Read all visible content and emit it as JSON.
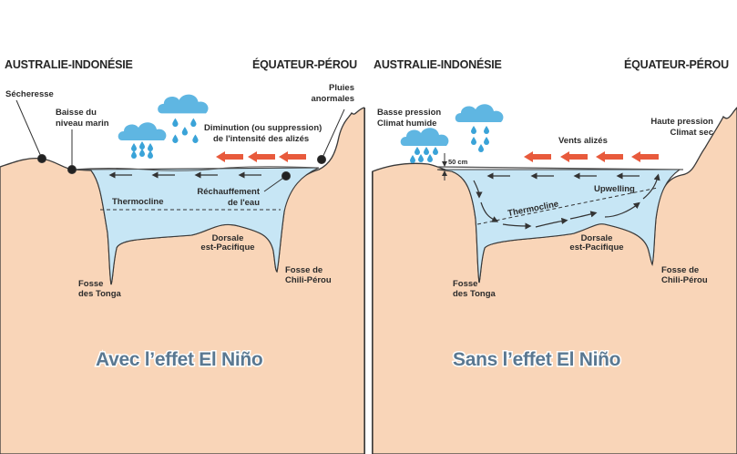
{
  "colors": {
    "land": "#f9d5b8",
    "land_outline": "#3a3a3a",
    "water": "#c7e6f5",
    "cloud": "#5fb6e2",
    "rain": "#3aa3d8",
    "wind_arrow": "#e85a3c",
    "title": "#5a7891",
    "text": "#2b2b2b"
  },
  "left_panel": {
    "header_west": "AUSTRALIE-INDONÉSIE",
    "header_east": "ÉQUATEUR-PÉROU",
    "labels": {
      "drought": "Sécheresse",
      "sea_level_1": "Baisse du",
      "sea_level_2": "niveau marin",
      "winds_1": "Diminution (ou suppression)",
      "winds_2": "de l'intensité des alizés",
      "rain_1": "Pluies",
      "rain_2": "anormales",
      "warming_1": "Réchauffement",
      "warming_2": "de l'eau",
      "thermocline": "Thermocline",
      "ridge_1": "Dorsale",
      "ridge_2": "est-Pacifique",
      "tonga_1": "Fosse",
      "tonga_2": "des Tonga",
      "chile_1": "Fosse de",
      "chile_2": "Chili-Pérou"
    },
    "title": "Avec l’effet El Niño"
  },
  "right_panel": {
    "header_west": "AUSTRALIE-INDONÉSIE",
    "header_east": "ÉQUATEUR-PÉROU",
    "labels": {
      "low_1": "Basse pression",
      "low_2": "Climat humide",
      "high_1": "Haute pression",
      "high_2": "Climat sec",
      "winds": "Vents alizés",
      "sea_diff": "50 cm",
      "upwelling": "Upwelling",
      "thermocline": "Thermocline",
      "ridge_1": "Dorsale",
      "ridge_2": "est-Pacifique",
      "tonga_1": "Fosse",
      "tonga_2": "des Tonga",
      "chile_1": "Fosse de",
      "chile_2": "Chili-Pérou"
    },
    "title": "Sans l’effet El Niño"
  }
}
